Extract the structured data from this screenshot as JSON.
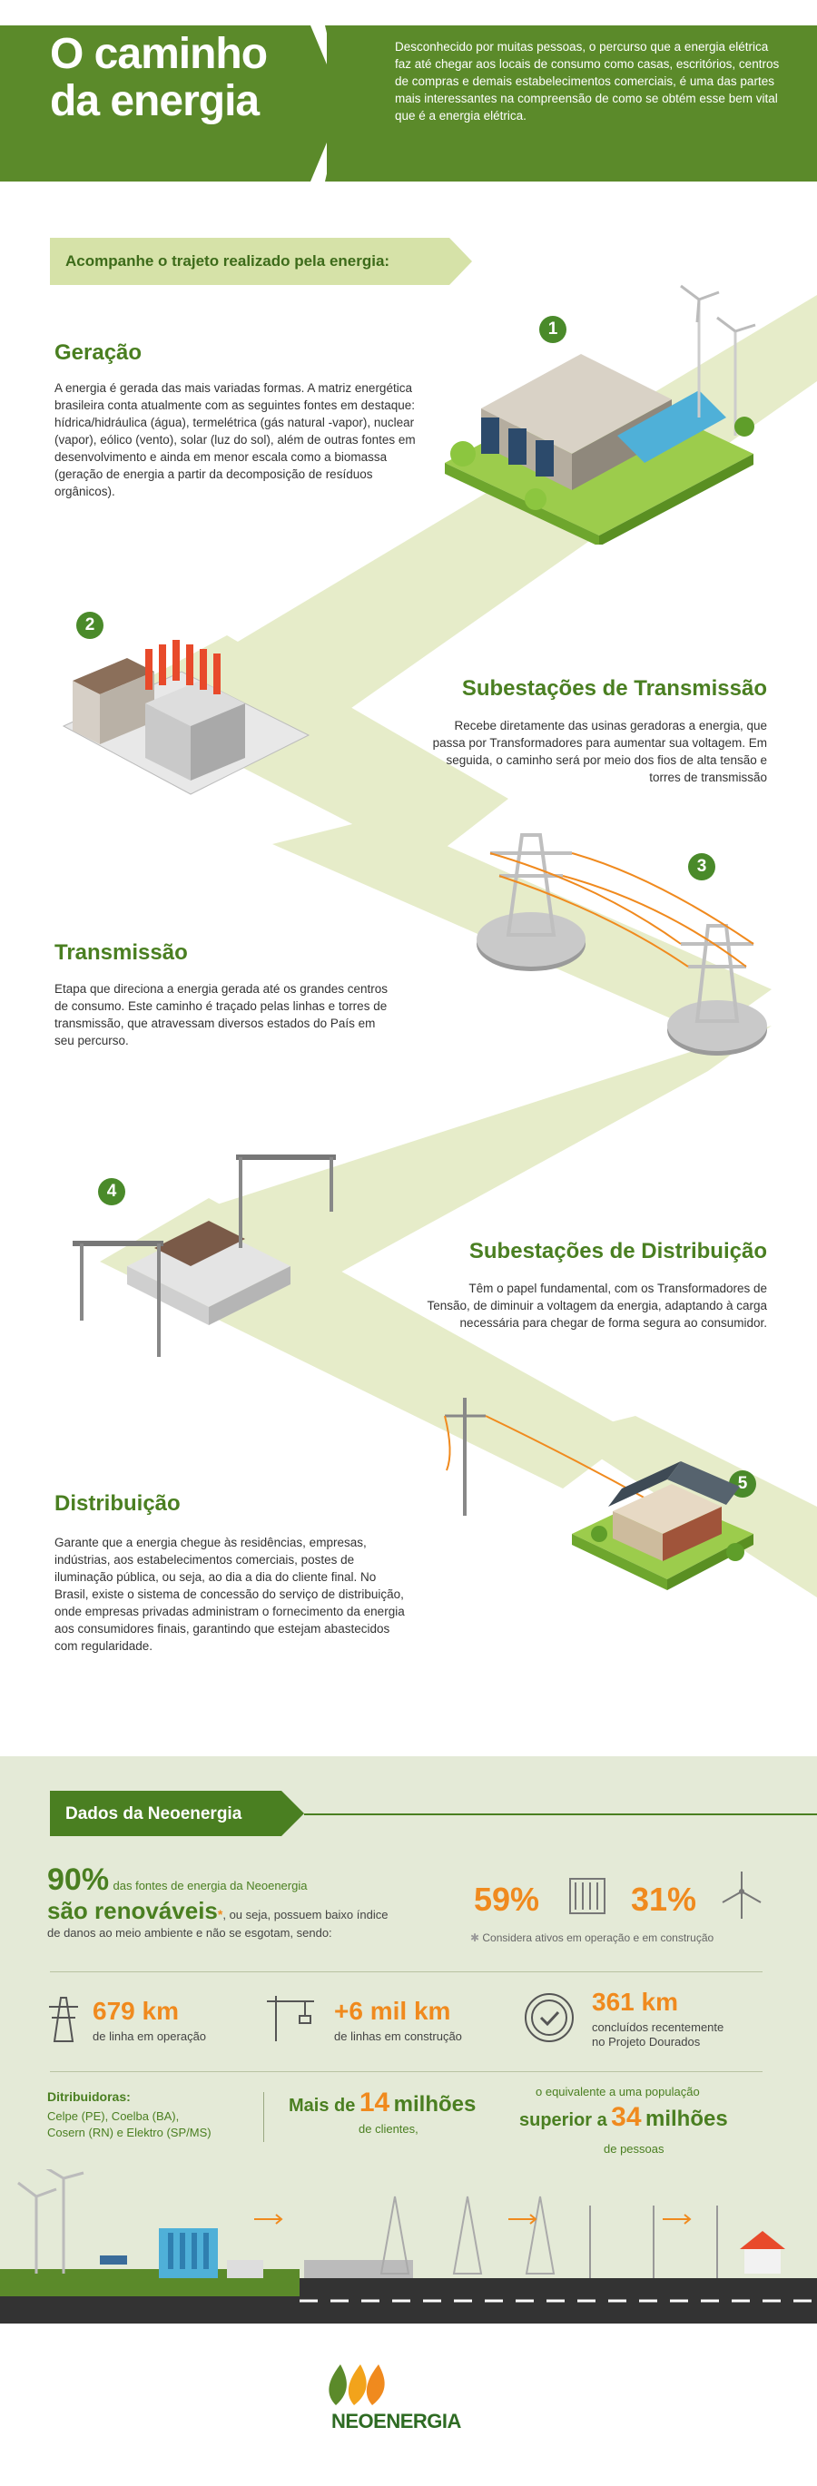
{
  "header": {
    "title_line1": "O caminho",
    "title_line2": "da energia",
    "intro": "Desconhecido por muitas pessoas, o percurso que a energia elétrica faz até chegar aos locais de consumo como casas, escritórios, centros de compras e demais estabelecimentos comerciais, é uma das partes mais interessantes na compreensão de como se obtém esse bem vital que é a energia elétrica."
  },
  "banner": "Acompanhe o trajeto realizado pela energia:",
  "steps": [
    {
      "number": "1",
      "title": "Geração",
      "body": "A energia é gerada das mais variadas formas. A matriz energética brasileira conta atualmente com as seguintes fontes em destaque: hídrica/hidráulica (água), termelétrica (gás natural -vapor), nuclear (vapor), eólico (vento), solar (luz do sol), além de outras fontes em desenvolvimento e ainda em menor escala como a biomassa (geração de energia a partir da decomposição de resíduos orgânicos)."
    },
    {
      "number": "2",
      "title": "Subestações de Transmissão",
      "body": "Recebe diretamente das usinas geradoras a energia, que passa por Transformadores para aumentar sua voltagem. Em seguida, o caminho será por meio dos fios de alta tensão e torres de transmissão"
    },
    {
      "number": "3",
      "title": "Transmissão",
      "body": "Etapa que direciona a energia gerada até os grandes centros de consumo. Este caminho é traçado pelas linhas e torres de transmissão, que atravessam diversos estados do País em seu percurso."
    },
    {
      "number": "4",
      "title": "Subestações de Distribuição",
      "body": "Têm o papel fundamental, com os Transformadores de Tensão, de diminuir a voltagem da energia, adaptando à carga necessária para chegar de forma segura ao consumidor."
    },
    {
      "number": "5",
      "title": "Distribuição",
      "body": "Garante que a energia chegue às residências, empresas, indústrias, aos estabelecimentos comerciais, postes de iluminação pública, ou seja, ao dia a dia do cliente final. No Brasil, existe o sistema de concessão do serviço de distribuição, onde empresas privadas administram o fornecimento da energia aos consumidores finais, garantindo que estejam abastecidos com regularidade."
    }
  ],
  "data": {
    "banner": "Dados da Neoenergia",
    "renewable": {
      "pct": "90%",
      "text1": "das fontes de energia da Neoenergia",
      "bold": "são renováveis",
      "asterisk": "*",
      "text2": ", ou seja, possuem baixo índice",
      "text3": "de danos ao meio ambiente e não se esgotam, sendo:"
    },
    "hydro_pct": "59%",
    "wind_pct": "31%",
    "note": "Considera ativos em operação e em construção",
    "stat1_value": "679 km",
    "stat1_label": "de linha em operação",
    "stat2_value": "+6 mil km",
    "stat2_label": "de linhas em construção",
    "stat3_value": "361 km",
    "stat3_label1": "concluídos recentemente",
    "stat3_label2": "no Projeto Dourados",
    "distribuidoras_title": "Ditribuidoras:",
    "distribuidoras_line1": "Celpe (PE), Coelba (BA),",
    "distribuidoras_line2": "Cosern (RN) e Elektro (SP/MS)",
    "clients_prefix": "Mais de",
    "clients_number": "14",
    "clients_unit": "milhões",
    "clients_suffix": "de clientes,",
    "pop_prefix": "o equivalente a uma população",
    "pop_bold": "superior a",
    "pop_number": "34",
    "pop_unit": "milhões",
    "pop_suffix": "de pessoas"
  },
  "footer": {
    "logo_text": "NEOENERGIA"
  },
  "colors": {
    "green": "#5b8a2a",
    "dark_green": "#4a7f21",
    "light_green": "#dde6bd",
    "orange": "#f08a1e",
    "data_bg": "#e4ead7"
  }
}
